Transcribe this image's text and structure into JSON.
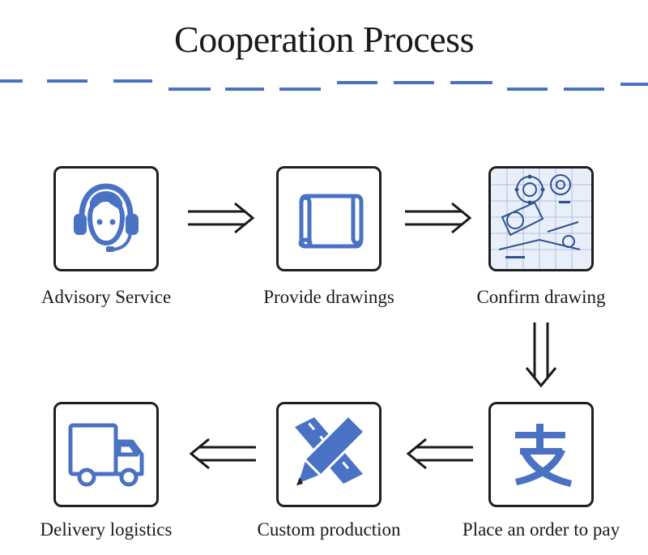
{
  "title": "Cooperation Process",
  "steps": [
    {
      "label": "Advisory Service",
      "icon": "headset-agent-icon"
    },
    {
      "label": "Provide drawings",
      "icon": "scroll-drawing-icon"
    },
    {
      "label": "Confirm drawing",
      "icon": "blueprint-icon"
    },
    {
      "label": "Place an order to pay",
      "icon": "alipay-icon"
    },
    {
      "label": "Custom production",
      "icon": "pencil-ruler-icon"
    },
    {
      "label": "Delivery logistics",
      "icon": "truck-icon"
    }
  ],
  "colors": {
    "accent": "#4a72c4",
    "outline": "#1f1f1f"
  }
}
